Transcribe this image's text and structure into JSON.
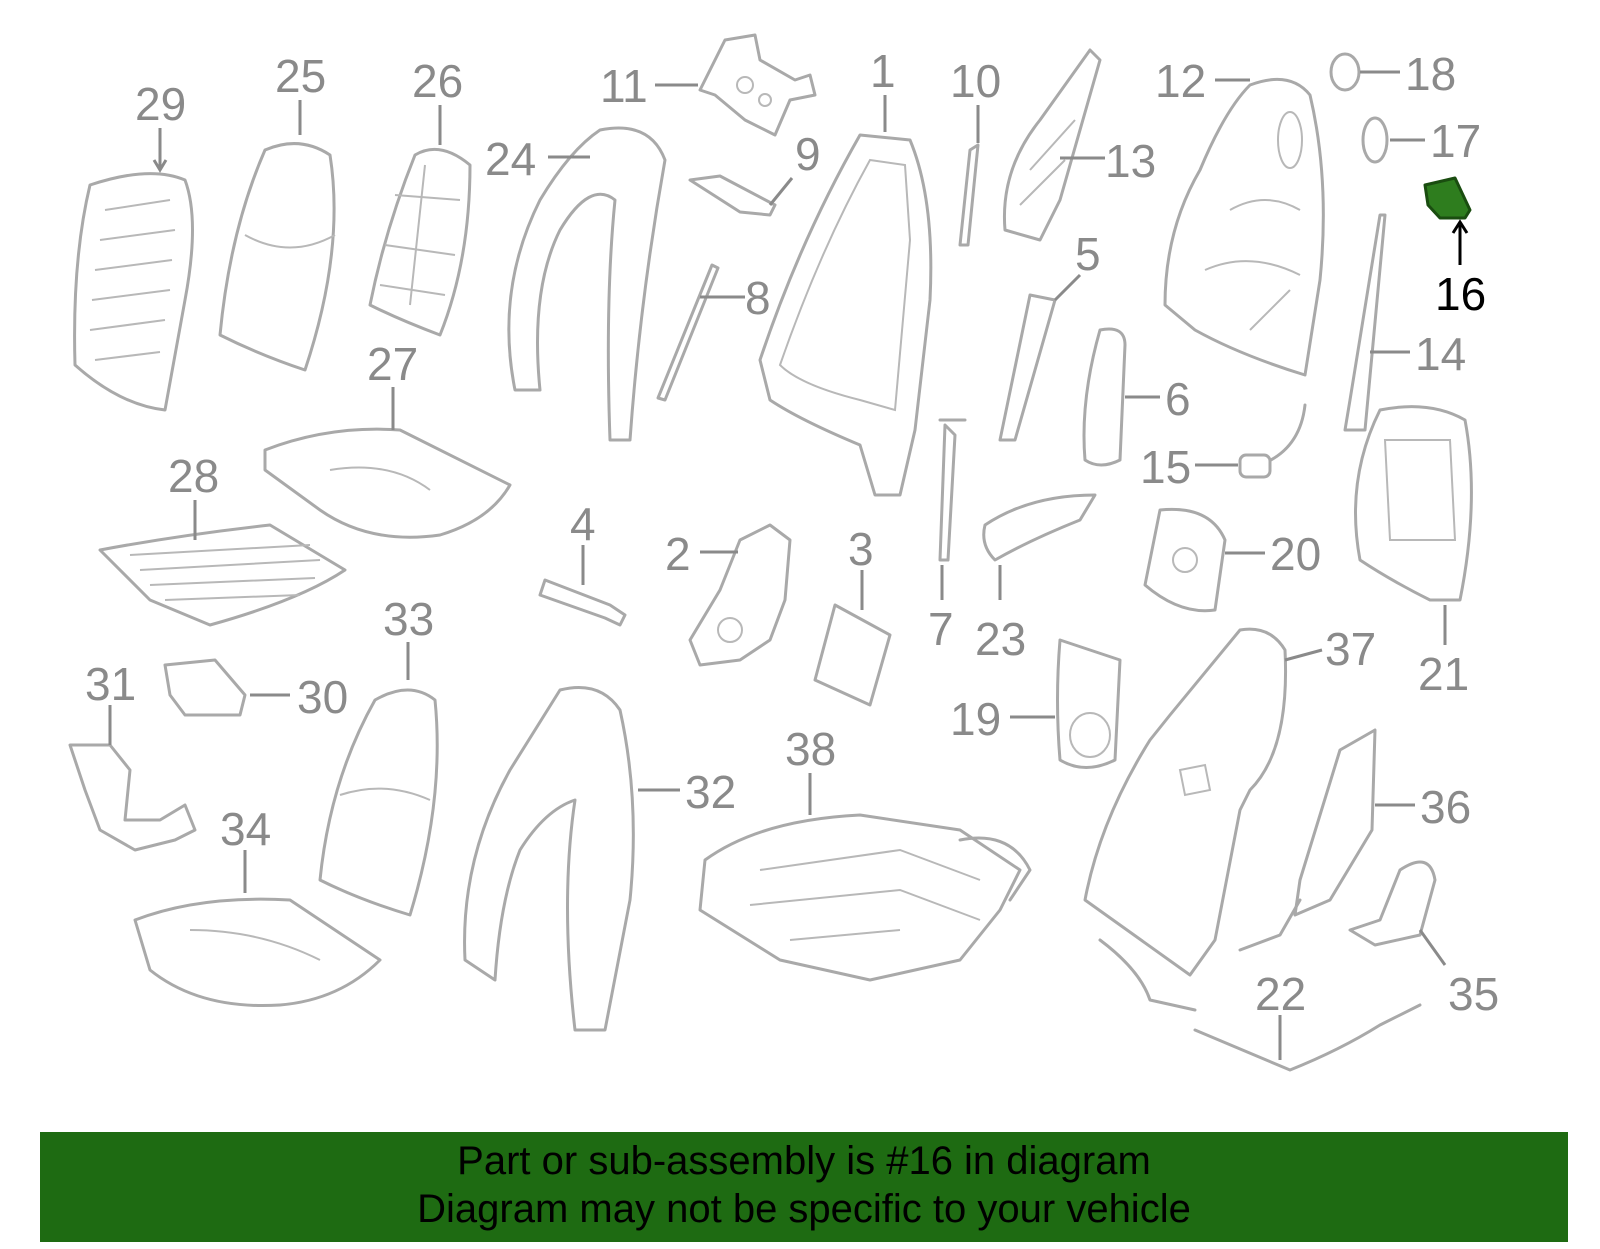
{
  "labels": {
    "n1": "1",
    "n2": "2",
    "n3": "3",
    "n4": "4",
    "n5": "5",
    "n6": "6",
    "n7": "7",
    "n8": "8",
    "n9": "9",
    "n10": "10",
    "n11": "11",
    "n12": "12",
    "n13": "13",
    "n14": "14",
    "n15": "15",
    "n16": "16",
    "n17": "17",
    "n18": "18",
    "n19": "19",
    "n20": "20",
    "n21": "21",
    "n22": "22",
    "n23": "23",
    "n24": "24",
    "n25": "25",
    "n26": "26",
    "n27": "27",
    "n28": "28",
    "n29": "29",
    "n30": "30",
    "n31": "31",
    "n32": "32",
    "n33": "33",
    "n34": "34",
    "n35": "35",
    "n36": "36",
    "n37": "37",
    "n38": "38"
  },
  "highlighted_part": "16",
  "colors": {
    "banner_background": "#1e6b12",
    "highlight_part": "#2e7d1e",
    "part_outline": "#a9a9a9",
    "label_text": "#8a8a8a"
  },
  "banner": {
    "line1": "Part or sub-assembly is #16 in diagram",
    "line2": "Diagram may not be specific to your vehicle"
  }
}
